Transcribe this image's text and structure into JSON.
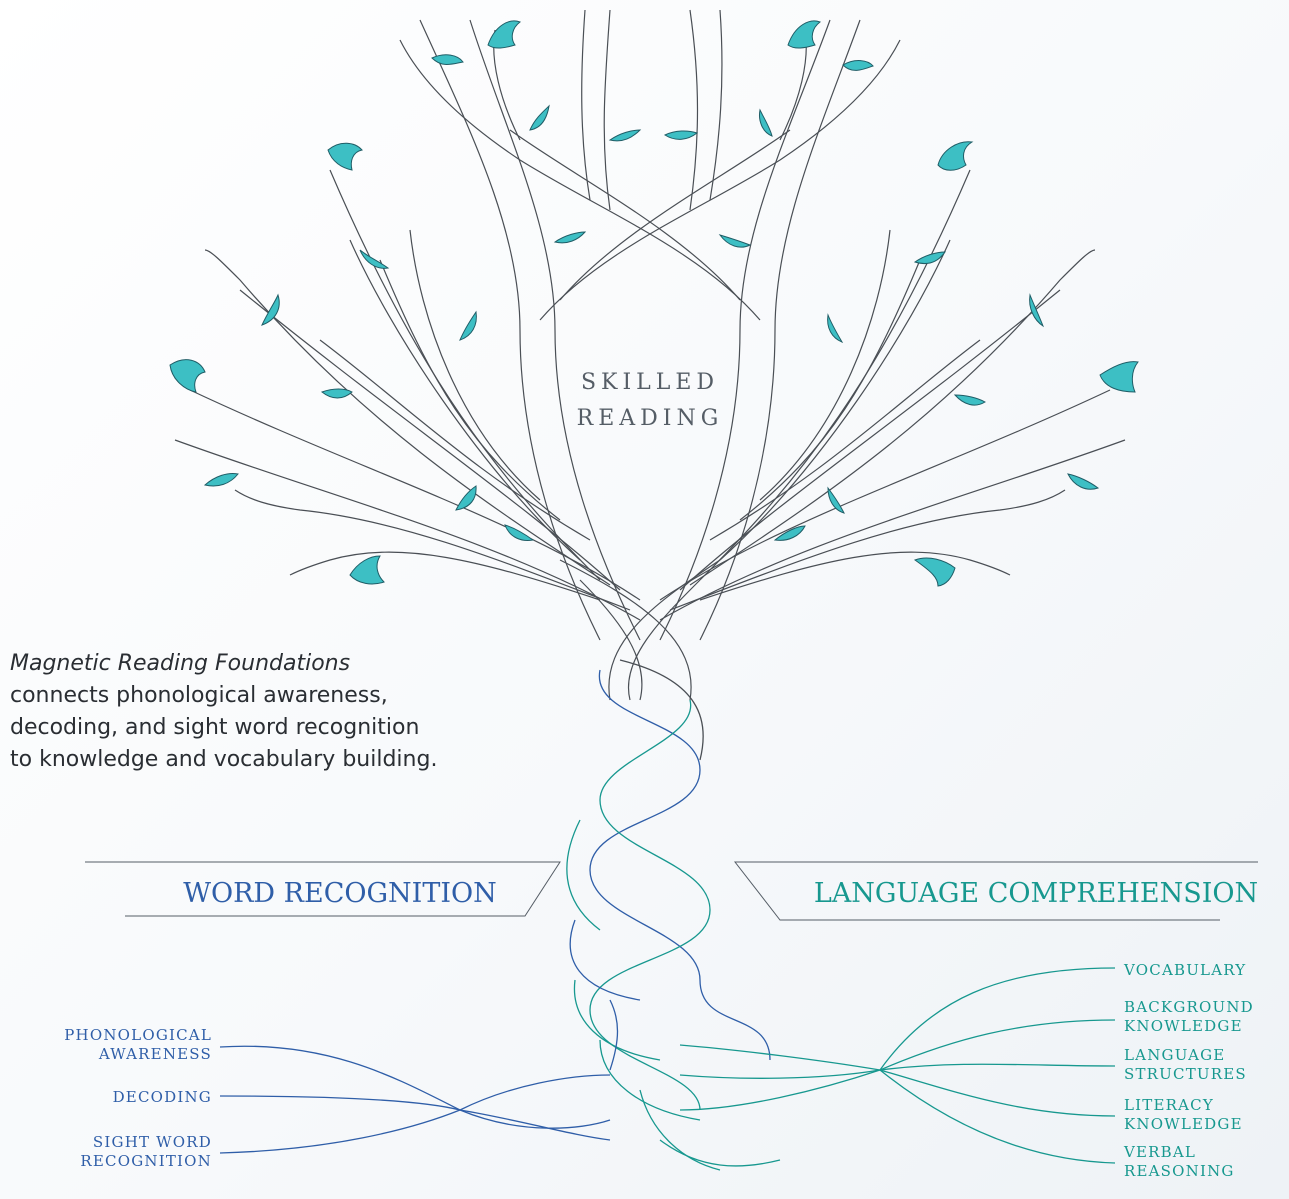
{
  "diagram": {
    "title_line1": "SKILLED",
    "title_line2": "READING",
    "tagline_title": "Magnetic Reading Foundations",
    "tagline_lines": [
      "connects phonological awareness,",
      "decoding, and sight word recognition",
      "to knowledge and vocabulary building."
    ],
    "word_recognition": {
      "heading": "WORD RECOGNITION",
      "color": "#2f5ea8",
      "strands": [
        {
          "line1": "PHONOLOGICAL",
          "line2": "AWARENESS"
        },
        {
          "line1": "DECODING",
          "line2": ""
        },
        {
          "line1": "SIGHT WORD",
          "line2": "RECOGNITION"
        }
      ]
    },
    "language_comprehension": {
      "heading": "LANGUAGE COMPREHENSION",
      "color": "#17988f",
      "strands": [
        {
          "line1": "VOCABULARY",
          "line2": ""
        },
        {
          "line1": "BACKGROUND",
          "line2": "KNOWLEDGE"
        },
        {
          "line1": "LANGUAGE",
          "line2": "STRUCTURES"
        },
        {
          "line1": "LITERACY",
          "line2": "KNOWLEDGE"
        },
        {
          "line1": "VERBAL",
          "line2": "REASONING"
        }
      ]
    },
    "branch_color": "#4a4f55",
    "leaf_color": "#3dbfc4"
  }
}
